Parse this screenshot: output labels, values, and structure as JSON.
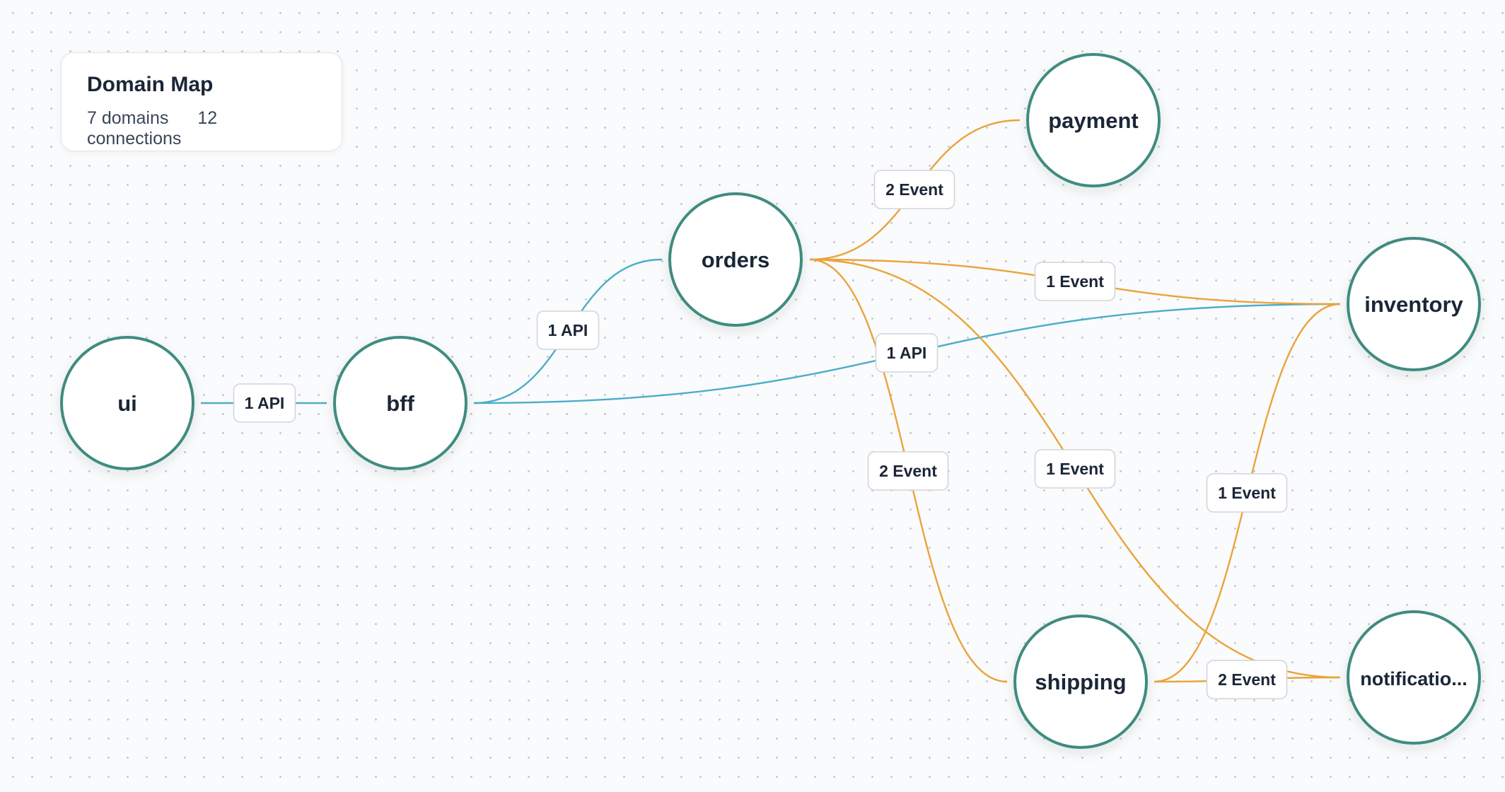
{
  "panel": {
    "title": "Domain Map",
    "domain_count": "7 domains",
    "connection_count": "12 connections"
  },
  "colors": {
    "api": "#4aaec8",
    "event": "#eba33a",
    "node_border": "#3f8b80"
  },
  "nodes": [
    {
      "id": "ui",
      "label": "ui"
    },
    {
      "id": "bff",
      "label": "bff"
    },
    {
      "id": "orders",
      "label": "orders"
    },
    {
      "id": "payment",
      "label": "payment"
    },
    {
      "id": "inventory",
      "label": "inventory"
    },
    {
      "id": "shipping",
      "label": "shipping"
    },
    {
      "id": "notification",
      "label": "notificatio..."
    }
  ],
  "edges": [
    {
      "from": "ui",
      "to": "bff",
      "kind": "api",
      "label": "1 API"
    },
    {
      "from": "bff",
      "to": "orders",
      "kind": "api",
      "label": "1 API"
    },
    {
      "from": "bff",
      "to": "inventory",
      "kind": "api",
      "label": "1 API"
    },
    {
      "from": "orders",
      "to": "payment",
      "kind": "event",
      "label": "2 Event"
    },
    {
      "from": "orders",
      "to": "inventory",
      "kind": "event",
      "label": "1 Event"
    },
    {
      "from": "orders",
      "to": "shipping",
      "kind": "event",
      "label": "2 Event"
    },
    {
      "from": "orders",
      "to": "notification",
      "kind": "event",
      "label": "1 Event"
    },
    {
      "from": "shipping",
      "to": "inventory",
      "kind": "event",
      "label": "1 Event"
    },
    {
      "from": "shipping",
      "to": "notification",
      "kind": "event",
      "label": "2 Event"
    }
  ]
}
